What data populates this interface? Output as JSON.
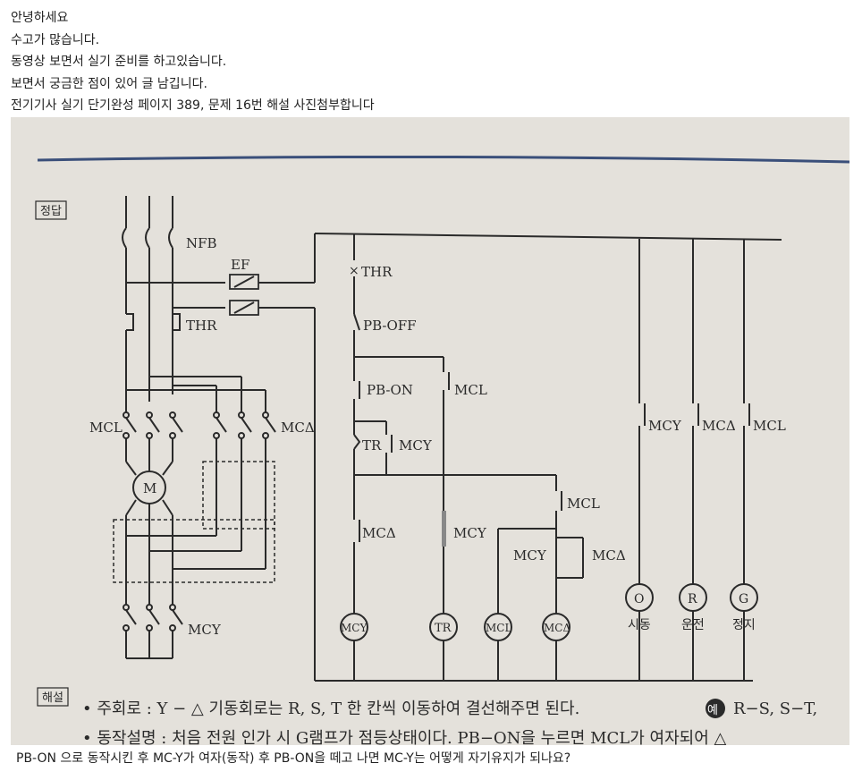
{
  "post": {
    "lines": [
      "안녕하세요",
      "수고가 많습니다.",
      "동영상 보면서 실기 준비를 하고있습니다.",
      "보면서 궁금한 점이 있어 글 남깁니다.",
      "전기기사 실기 단기완성 페이지 389, 문제 16번 해설 사진첨부합니다"
    ],
    "question": "PB-ON 으로 동작시킨 후 MC-Y가 여자(동작) 후 PB-ON을 떼고 나면 MC-Y는 어떻게 자기유지가 되나요?"
  },
  "photo": {
    "tag_answer": "정답",
    "tag_explain": "해설",
    "labels": {
      "nfb": "NFB",
      "ef": "EF",
      "thr_main": "THR",
      "mcl_main": "MCL",
      "mcd_main": "MCΔ",
      "motor": "M",
      "mcy_main": "MCY",
      "thr_ctrl": "THR",
      "pb_off": "PB-OFF",
      "pb_on": "PB-ON",
      "mcl_aux": "MCL",
      "tr_contact": "TR",
      "mcy_aux": "MCY",
      "mcd_aux": "MCΔ",
      "mcy_aux2": "MCY",
      "mcl_aux2": "MCL",
      "mcy_aux3": "MCY",
      "mcd_aux2": "MCΔ",
      "lamp_mcy": "MCY",
      "lamp_mcd": "MCΔ",
      "lamp_mcl": "MCL",
      "coil_mcy": "MCY",
      "coil_tr": "TR",
      "coil_mcl": "MCL",
      "coil_mcd": "MCΔ",
      "lamp_o": "O",
      "lamp_r": "R",
      "lamp_g": "G",
      "lamp_o_text": "시동",
      "lamp_r_text": "운전",
      "lamp_g_text": "정지"
    },
    "explain_line1": "• 주회로 : Y − △ 기동회로는 R, S, T 한 칸씩 이동하여 결선해주면 된다.",
    "explain_example": "예",
    "explain_tail": "R−S, S−T,",
    "explain_line2": "• 동작설명 : 처음 전원 인가 시 G램프가 점등상태이다. PB−ON을 누르면 MCL가 여자되어 △",
    "colors": {
      "paper": "#e9e6e0",
      "ink": "#2a2a2a",
      "blue_rule": "#3a4f7a"
    }
  }
}
